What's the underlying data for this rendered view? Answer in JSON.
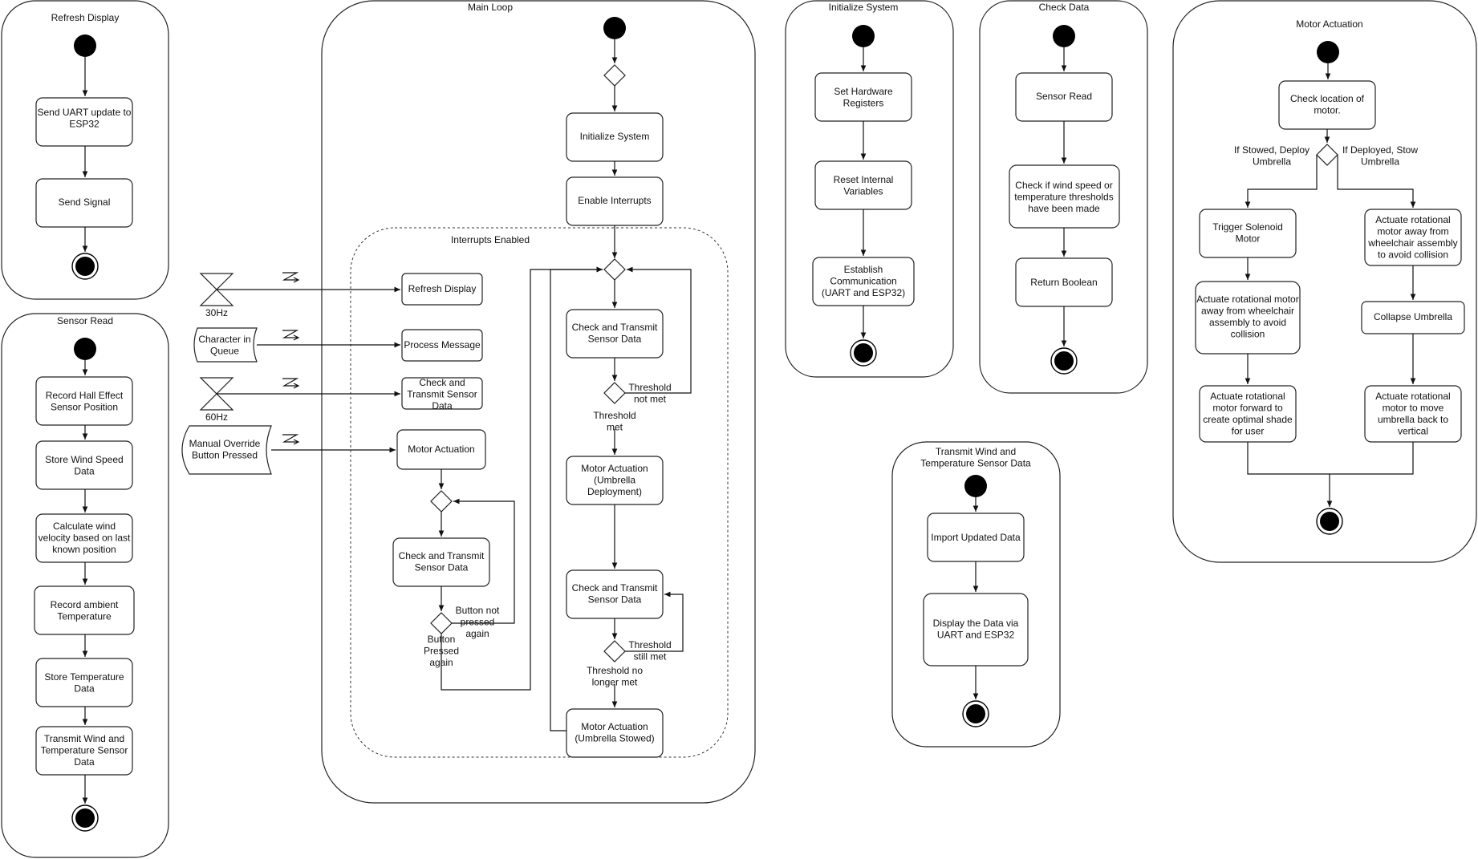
{
  "frames": {
    "refresh_display": "Refresh Display",
    "sensor_read": "Sensor Read",
    "main_loop": "Main Loop",
    "interrupts_enabled": "Interrupts Enabled",
    "initialize_system": "Initialize System",
    "check_data": "Check Data",
    "motor_actuation": "Motor Actuation",
    "transmit": [
      "Transmit Wind and",
      "Temperature Sensor Data"
    ]
  },
  "refresh_display": {
    "send_uart": [
      "Send UART update to",
      "ESP32"
    ],
    "send_signal": [
      "Send Signal"
    ]
  },
  "sensor_read": {
    "record_hall": [
      "Record Hall Effect",
      "Sensor Position"
    ],
    "store_wind": [
      "Store Wind Speed",
      "Data"
    ],
    "calc_velocity": [
      "Calculate wind",
      "velocity based on last",
      "known position"
    ],
    "record_temp": [
      "Record ambient",
      "Temperature"
    ],
    "store_temp": [
      "Store Temperature",
      "Data"
    ],
    "transmit": [
      "Transmit Wind and",
      "Temperature Sensor",
      "Data"
    ]
  },
  "events": {
    "hz30": [
      "30Hz"
    ],
    "char_queue": [
      "Character in",
      "Queue"
    ],
    "hz60": [
      "60Hz"
    ],
    "manual_override": [
      "Manual Override",
      "Button Pressed"
    ]
  },
  "main_loop": {
    "initialize_system": [
      "Initialize System"
    ],
    "enable_interrupts": [
      "Enable Interrupts"
    ],
    "refresh_display": [
      "Refresh Display"
    ],
    "process_message": [
      "Process Message"
    ],
    "check_transmit_small": [
      "Check and",
      "Transmit Sensor",
      "Data"
    ],
    "motor_actuation": [
      "Motor Actuation"
    ],
    "check_transmit_left": [
      "Check and Transmit",
      "Sensor Data"
    ],
    "button_not_pressed": [
      "Button not",
      "pressed",
      "again"
    ],
    "button_pressed": [
      "Button",
      "Pressed",
      "again"
    ],
    "check_transmit_1": [
      "Check and Transmit",
      "Sensor Data"
    ],
    "threshold_not_met": [
      "Threshold",
      "not met"
    ],
    "threshold_met": [
      "Threshold",
      "met"
    ],
    "motor_deploy": [
      "Motor Actuation",
      "(Umbrella",
      "Deployment)"
    ],
    "check_transmit_2": [
      "Check and Transmit",
      "Sensor Data"
    ],
    "threshold_still_met": [
      "Threshold",
      "still met"
    ],
    "threshold_no_longer": [
      "Threshold no",
      "longer met"
    ],
    "motor_stowed": [
      "Motor Actuation",
      "(Umbrella Stowed)"
    ]
  },
  "initialize_system": {
    "set_registers": [
      "Set Hardware",
      "Registers"
    ],
    "reset_vars": [
      "Reset Internal",
      "Variables"
    ],
    "establish": [
      "Establish",
      "Communication",
      "(UART and ESP32)"
    ]
  },
  "check_data": {
    "sensor_read": [
      "Sensor Read"
    ],
    "check_thresholds": [
      "Check if wind speed or",
      "temperature thresholds",
      "have been made"
    ],
    "return_boolean": [
      "Return Boolean"
    ]
  },
  "transmit_data": {
    "import": [
      "Import Updated Data"
    ],
    "display": [
      "Display the Data via",
      "UART and ESP32"
    ]
  },
  "motor_actuation": {
    "check_location": [
      "Check location of",
      "motor."
    ],
    "if_stowed": [
      "If Stowed, Deploy",
      "Umbrella"
    ],
    "if_deployed": [
      "If Deployed, Stow",
      "Umbrella"
    ],
    "trigger_solenoid": [
      "Trigger Solenoid",
      "Motor"
    ],
    "actuate_away_left": [
      "Actuate rotational motor",
      "away from wheelchair",
      "assembly to avoid",
      "collision"
    ],
    "actuate_forward": [
      "Actuate rotational",
      "motor forward to",
      "create optimal shade",
      "for user"
    ],
    "actuate_away_right": [
      "Actuate rotational",
      "motor away from",
      "wheelchair assembly",
      "to avoid collision"
    ],
    "collapse": [
      "Collapse Umbrella"
    ],
    "actuate_back": [
      "Actuate rotational",
      "motor to move",
      "umbrella back to",
      "vertical"
    ]
  }
}
